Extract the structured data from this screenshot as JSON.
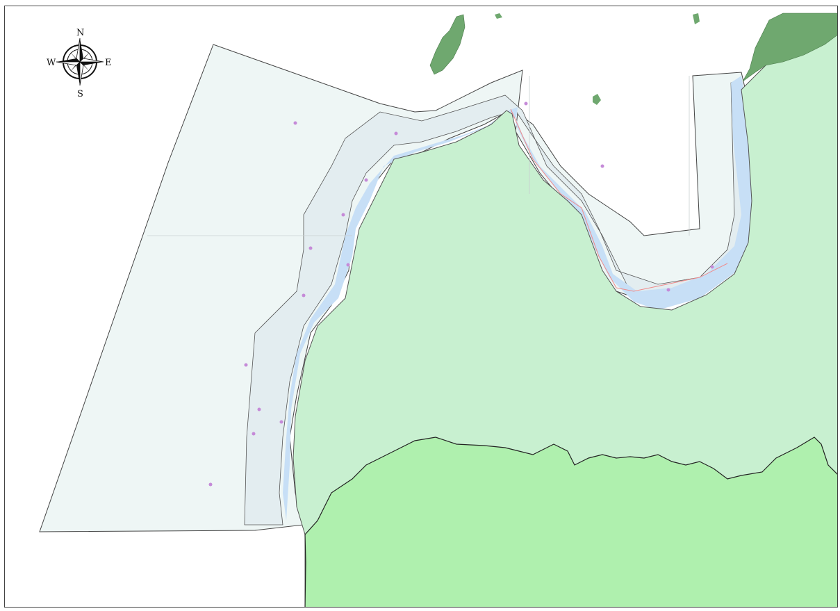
{
  "map": {
    "compass": {
      "north": "N",
      "south": "S",
      "east": "E",
      "west": "W"
    },
    "colors": {
      "sea_zone": "#eef6f5",
      "shallow_water": "#c7dff6",
      "mid_water": "#dde9ec",
      "mainland": "#c8f0d0",
      "mainland_south": "#aff0ae",
      "islands": "#6fa86f",
      "boundary": "#3a3a3a",
      "route": "#f08a8a",
      "poi": "#c58ad8"
    },
    "layers": [
      "sea-zone",
      "shallow-water",
      "mainland",
      "south-land",
      "islands",
      "route-line",
      "points-of-interest",
      "compass-rose"
    ]
  }
}
